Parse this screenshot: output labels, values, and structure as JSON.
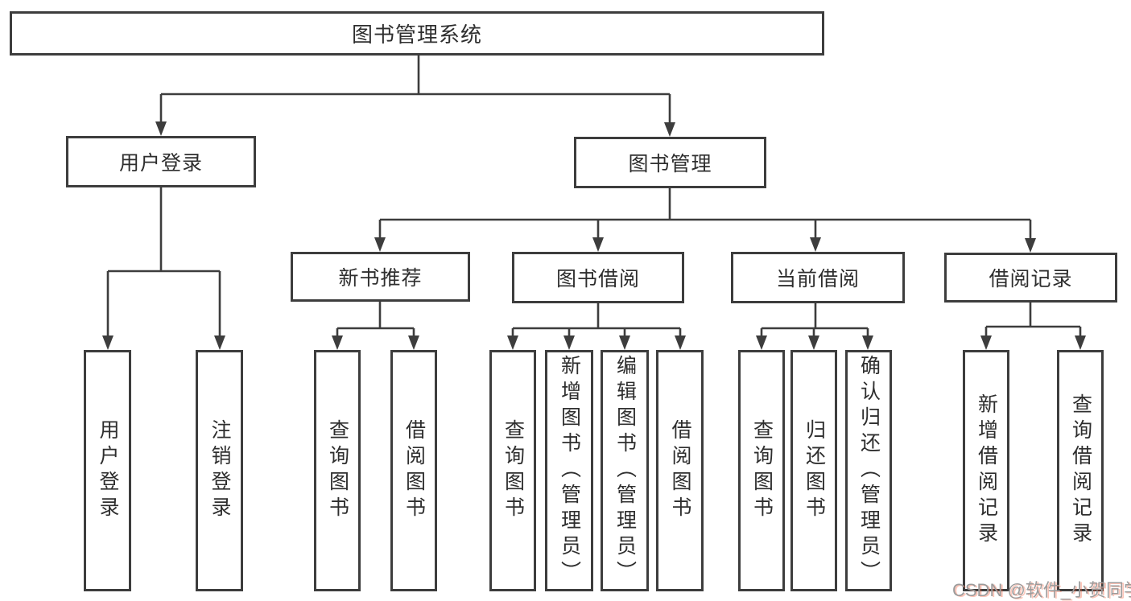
{
  "page": {
    "background": "#ffffff",
    "line_color": "#3d3d3d",
    "text_color": "#2e2e2e"
  },
  "tree": {
    "root": {
      "label": "图书管理系统"
    },
    "branches": [
      {
        "label": "用户登录",
        "children": [
          {
            "label": "用户登录"
          },
          {
            "label": "注销登录"
          }
        ]
      },
      {
        "label": "图书管理",
        "children": [
          {
            "label": "新书推荐",
            "children": [
              {
                "label": "查询图书"
              },
              {
                "label": "借阅图书"
              }
            ]
          },
          {
            "label": "图书借阅",
            "children": [
              {
                "label": "查询图书"
              },
              {
                "label": "新增图书（管理员）"
              },
              {
                "label": "编辑图书（管理员）"
              },
              {
                "label": "借阅图书"
              }
            ]
          },
          {
            "label": "当前借阅",
            "children": [
              {
                "label": "查询图书"
              },
              {
                "label": "归还图书"
              },
              {
                "label": "确认归还（管理员）"
              }
            ]
          },
          {
            "label": "借阅记录",
            "children": [
              {
                "label": "新增借阅记录"
              },
              {
                "label": "查询借阅记录"
              }
            ]
          }
        ]
      }
    ]
  },
  "watermark": {
    "text": "CSDN @软件_小贺同学",
    "color": "#9c9c9c",
    "shadow_color": "#fc5531"
  }
}
